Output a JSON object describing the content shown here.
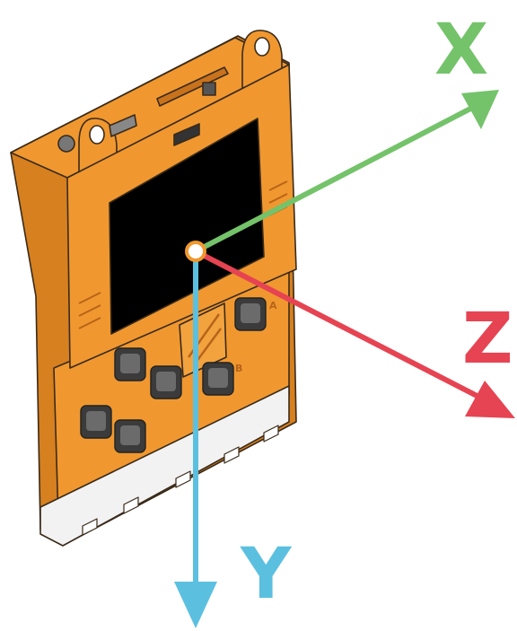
{
  "axes": {
    "x": {
      "label": "X",
      "color": "#74c36a"
    },
    "y": {
      "label": "Y",
      "color": "#5bc0e0"
    },
    "z": {
      "label": "Z",
      "color": "#e64452"
    }
  },
  "device": {
    "body_color": "#f0982f",
    "body_shadow": "#d6801f",
    "outline": "#3a2a1a",
    "screen_color": "#000000",
    "connector_color": "#f2f2f2",
    "button_color": "#3b3b3b",
    "button_labels": {
      "a": "A",
      "b": "B"
    }
  },
  "origin_marker": {
    "fill": "#ffffff",
    "stroke": "#f0982f"
  }
}
